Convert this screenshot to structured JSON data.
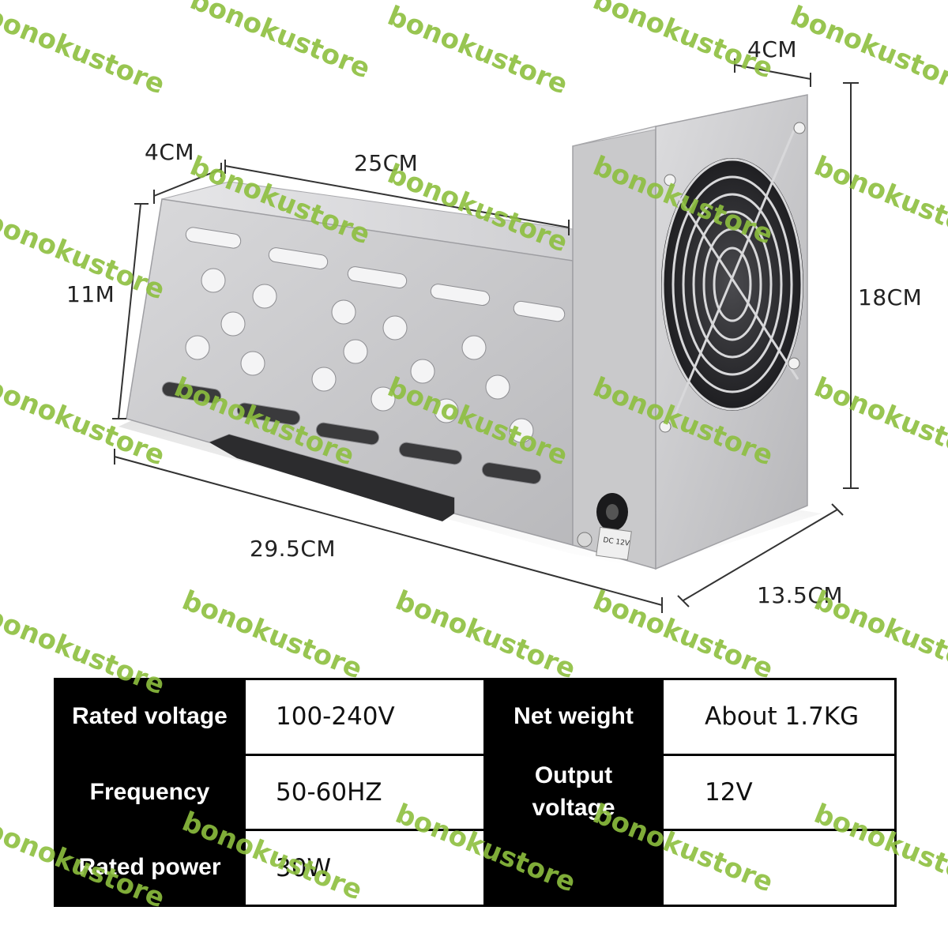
{
  "dimensions": {
    "fan_depth": "4CM",
    "rack_depth": "4CM",
    "rack_length": "25CM",
    "rack_height": "11M",
    "fan_height": "18CM",
    "total_length": "29.5CM",
    "total_width": "13.5CM"
  },
  "device": {
    "power_jack_label": "DC 12V"
  },
  "specs": {
    "rated_voltage_label": "Rated voltage",
    "rated_voltage_value": "100-240V",
    "net_weight_label": "Net weight",
    "net_weight_value": "About 1.7KG",
    "frequency_label": "Frequency",
    "frequency_value": "50-60HZ",
    "output_voltage_label": "Output voltage",
    "output_voltage_value": "12V",
    "rated_power_label": "Rated power",
    "rated_power_value": "30W"
  },
  "watermark": {
    "text": "bonokustore",
    "color": "#8dbf3f"
  },
  "colors": {
    "table_header_bg": "#000000",
    "metal": "#c8c8ca"
  }
}
